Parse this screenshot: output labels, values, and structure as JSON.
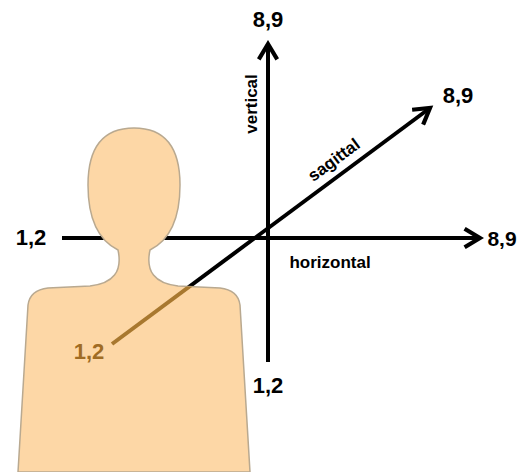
{
  "diagram": {
    "labels": [
      "8,9",
      "vertical",
      "8,9",
      "sagittal",
      "1,2",
      "8,9",
      "horizontal",
      "1,2",
      "1,2"
    ]
  }
}
